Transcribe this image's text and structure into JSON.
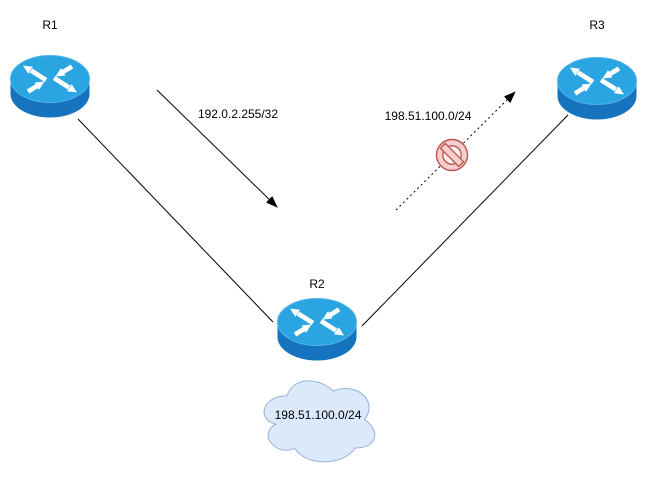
{
  "diagram": {
    "background": "#FFFFFF",
    "nodes": {
      "r1": {
        "label": "R1",
        "type": "router"
      },
      "r2": {
        "label": "R2",
        "type": "router"
      },
      "r3": {
        "label": "R3",
        "type": "router"
      },
      "cloud": {
        "label": "198.51.100.0/24",
        "type": "network-cloud"
      }
    },
    "edges": {
      "r1_r2": {
        "type": "solid-link",
        "from": "R1",
        "to": "R2"
      },
      "r2_r3": {
        "type": "solid-link",
        "from": "R2",
        "to": "R3"
      },
      "advertised_route": {
        "label": "192.0.2.255/32",
        "type": "solid-arrow"
      },
      "blocked_route": {
        "label": "198.51.100.0/24",
        "type": "dashed-arrow",
        "badge": "no-entry-icon"
      }
    },
    "colors": {
      "router_top": "#2BA4E2",
      "router_top_rim": "#54B5E8",
      "router_side": "#1574BD",
      "router_arrows": "#FFFFFF",
      "cloud_fill": "#DCE9FA",
      "cloud_stroke": "#97B1D9",
      "prohibit_fill": "#F8CECC",
      "prohibit_stroke": "#B85450",
      "prohibit_inner": "#FDF0EF",
      "line": "#000000",
      "text": "#000000"
    }
  }
}
